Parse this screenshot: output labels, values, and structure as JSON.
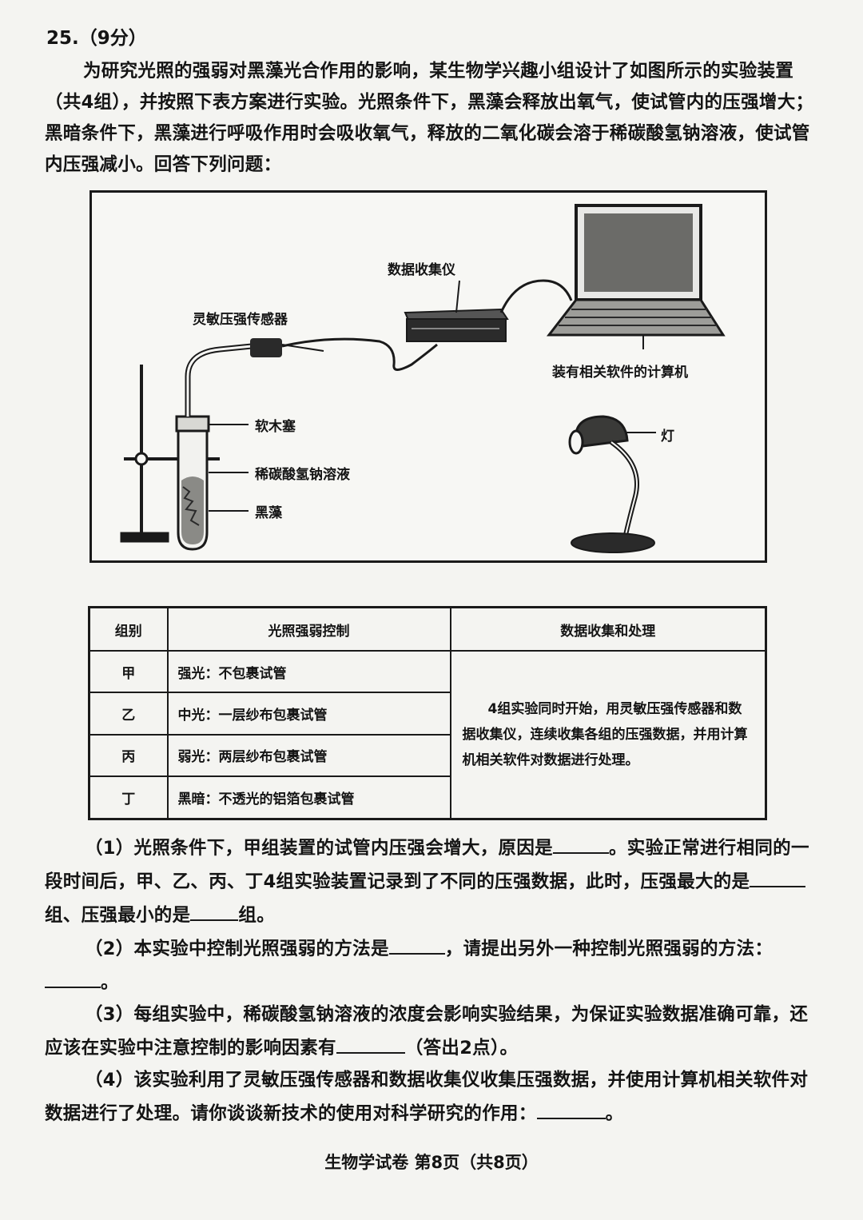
{
  "question_header": "25.（9分）",
  "intro": "为研究光照的强弱对黑藻光合作用的影响，某生物学兴趣小组设计了如图所示的实验装置（共4组），并按照下表方案进行实验。光照条件下，黑藻会释放出氧气，使试管内的压强增大；黑暗条件下，黑藻进行呼吸作用时会吸收氧气，释放的二氧化碳会溶于稀碳酸氢钠溶液，使试管内压强减小。回答下列问题：",
  "figure": {
    "sensor": "灵敏压强传感器",
    "collector": "数据收集仪",
    "computer": "装有相关软件的计算机",
    "stopper": "软木塞",
    "solution": "稀碳酸氢钠溶液",
    "plant": "黑藻",
    "lamp": "灯"
  },
  "table": {
    "headers": [
      "组别",
      "光照强弱控制",
      "数据收集和处理"
    ],
    "rows": [
      {
        "group": "甲",
        "control": "强光：不包裹试管"
      },
      {
        "group": "乙",
        "control": "中光：一层纱布包裹试管"
      },
      {
        "group": "丙",
        "control": "弱光：两层纱布包裹试管"
      },
      {
        "group": "丁",
        "control": "黑暗：不透光的铝箔包裹试管"
      }
    ],
    "processing": "4组实验同时开始，用灵敏压强传感器和数据收集仪，连续收集各组的压强数据，并用计算机相关软件对数据进行处理。"
  },
  "q1": {
    "a": "（1）光照条件下，甲组装置的试管内压强会增大，原因是",
    "b": "。实验正常进行相同的一段时间后，甲、乙、丙、丁4组实验装置记录到了不同的压强数据，此时，压强最大的是",
    "c": "组、压强最小的是",
    "d": "组。"
  },
  "q2": {
    "a": "（2）本实验中控制光照强弱的方法是",
    "b": "，请提出另外一种控制光照强弱的方法：",
    "c": "。"
  },
  "q3": {
    "a": "（3）每组实验中，稀碳酸氢钠溶液的浓度会影响实验结果，为保证实验数据准确可靠，还应该在实验中注意控制的影响因素有",
    "b": "（答出2点）。"
  },
  "q4": {
    "a": "（4）该实验利用了灵敏压强传感器和数据收集仪收集压强数据，并使用计算机相关软件对数据进行了处理。请你谈谈新技术的使用对科学研究的作用：",
    "b": "。"
  },
  "footer": "生物学试卷 第8页（共8页）"
}
